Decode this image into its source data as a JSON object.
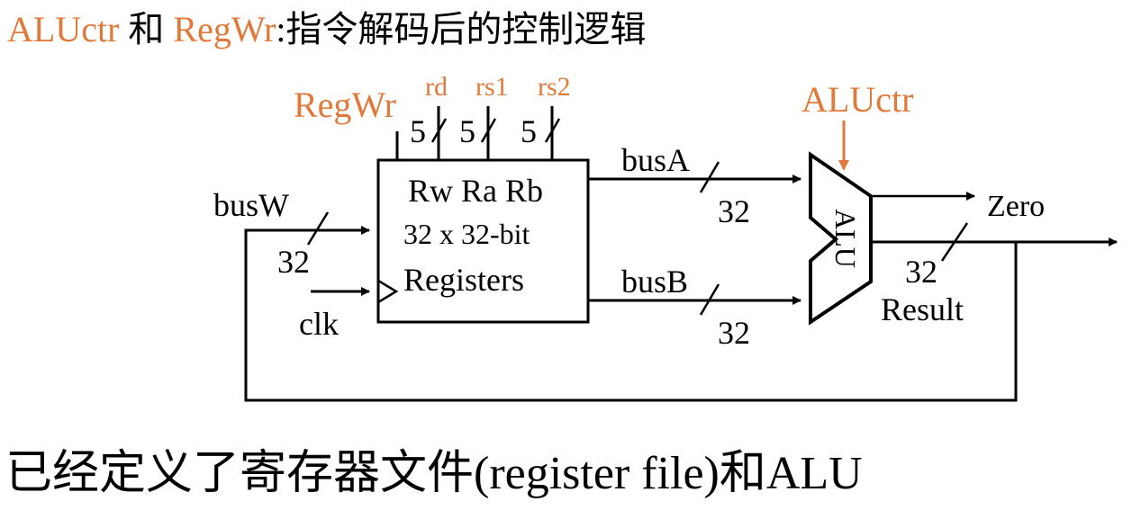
{
  "title": {
    "alu_ctr": "ALUctr",
    "and": " 和 ",
    "reg_wr": "RegWr",
    "rest": ":指令解码后的控制逻辑"
  },
  "diagram": {
    "control_regwr": "RegWr",
    "addr_rd": "rd",
    "addr_rs1": "rs1",
    "addr_rs2": "rs2",
    "addr_width_rd": "5",
    "addr_width_rs1": "5",
    "addr_width_rs2": "5",
    "control_aluctr": "ALUctr",
    "regfile": {
      "ports": "Rw Ra Rb",
      "size": "32 x 32-bit",
      "name": "Registers"
    },
    "bus_w": "busW",
    "bus_w_width": "32",
    "clk": "clk",
    "bus_a": "busA",
    "bus_a_width": "32",
    "bus_b": "busB",
    "bus_b_width": "32",
    "alu": "ALU",
    "zero": "Zero",
    "result_width": "32",
    "result": "Result"
  },
  "subtitle": "已经定义了寄存器文件(register file)和ALU",
  "colors": {
    "accent_orange": "#E07A3A",
    "line": "#000000"
  }
}
